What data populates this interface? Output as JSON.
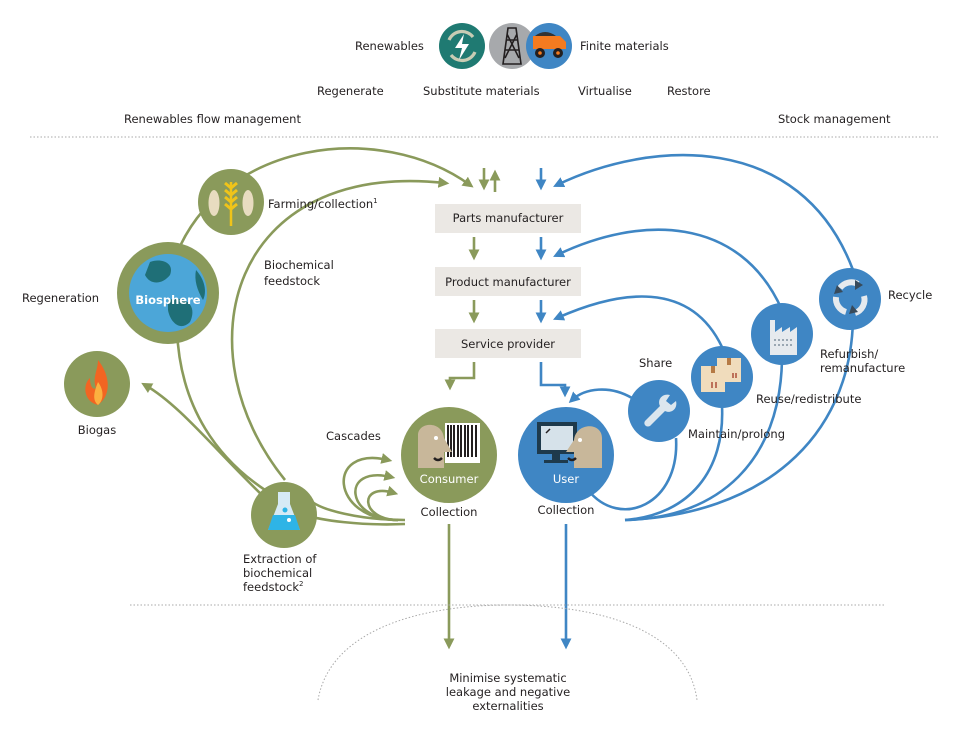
{
  "colors": {
    "green": "#8a9a5b",
    "blue": "#3f86c4",
    "teal": "#1f7a72",
    "grey_icon": "#a7a9ac",
    "box": "#ebe8e4",
    "text": "#231f20"
  },
  "header": {
    "renewables": "Renewables",
    "finite_materials": "Finite materials",
    "principles": [
      "Regenerate",
      "Substitute materials",
      "Virtualise",
      "Restore"
    ],
    "left_section": "Renewables flow management",
    "right_section": "Stock management"
  },
  "icons": {
    "renewables": "renewable-energy-icon",
    "oil_derrick": "oil-derrick-icon",
    "mining_truck": "mining-truck-icon"
  },
  "value_chain": {
    "parts": "Parts manufacturer",
    "product": "Product manufacturer",
    "service": "Service provider"
  },
  "biological": {
    "farming": "Farming/collection",
    "farming_note": "1",
    "biochemical_feedstock_line1": "Biochemical",
    "biochemical_feedstock_line2": "feedstock",
    "regeneration": "Regeneration",
    "biosphere": "Biosphere",
    "biogas": "Biogas",
    "cascades": "Cascades",
    "consumer": "Consumer",
    "collection": "Collection",
    "extraction_line1": "Extraction of",
    "extraction_line2": "biochemical",
    "extraction_line3": "feedstock",
    "extraction_note": "2"
  },
  "technical": {
    "user": "User",
    "collection": "Collection",
    "share": "Share",
    "maintain": "Maintain/prolong",
    "reuse": "Reuse/redistribute",
    "refurbish_line1": "Refurbish/",
    "refurbish_line2": "remanufacture",
    "recycle": "Recycle"
  },
  "leakage": {
    "line1": "Minimise systematic",
    "line2": "leakage and negative",
    "line3": "externalities"
  }
}
